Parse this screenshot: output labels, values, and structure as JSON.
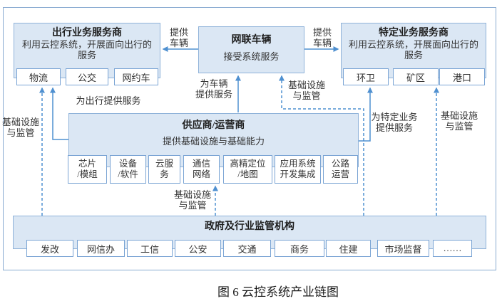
{
  "caption": "图 6 云控系统产业链图",
  "colors": {
    "box_fill": "#dbe7f4",
    "box_border": "#8fb2d9",
    "sub_box_border": "#7aa4d4",
    "connector_line": "#4f90d0",
    "text": "#333333"
  },
  "boxes": {
    "travel": {
      "title": "出行业务服务商",
      "desc": "利用云控系统，开展面向出行的\n服务",
      "items": [
        "物流",
        "公交",
        "网约车"
      ]
    },
    "vehicle": {
      "title": "网联车辆",
      "desc": "接受系统服务"
    },
    "specific": {
      "title": "特定业务服务商",
      "desc": "利用云控系统，开展面向出行的\n服务",
      "items": [
        "环卫",
        "矿区",
        "港口"
      ]
    },
    "supplier": {
      "title": "供应商/运营商",
      "desc": "提供基础设施与基础能力",
      "items": [
        "芯片\n/模组",
        "设备\n/软件",
        "云服\n务",
        "通信\n网络",
        "高精定位\n/地图",
        "应用系统\n开发集成",
        "公路\n运营"
      ]
    },
    "government": {
      "title": "政府及行业监管机构",
      "items": [
        "发改",
        "网信办",
        "工信",
        "公安",
        "交通",
        "商务",
        "住建",
        "市场监督",
        "……"
      ]
    }
  },
  "edge_labels": {
    "provide_vehicle_left": "提供\n车辆",
    "provide_vehicle_right": "提供\n车辆",
    "serve_vehicle": "为车辆\n提供服务",
    "infra_vehicle": "基础设施\n与监管",
    "serve_travel": "为出行提供服务",
    "infra_travel": "基础设施\n与监管",
    "serve_specific": "为特定业务\n提供服务",
    "infra_specific": "基础设施\n与监管",
    "infra_supplier": "基础设施\n与监管"
  }
}
